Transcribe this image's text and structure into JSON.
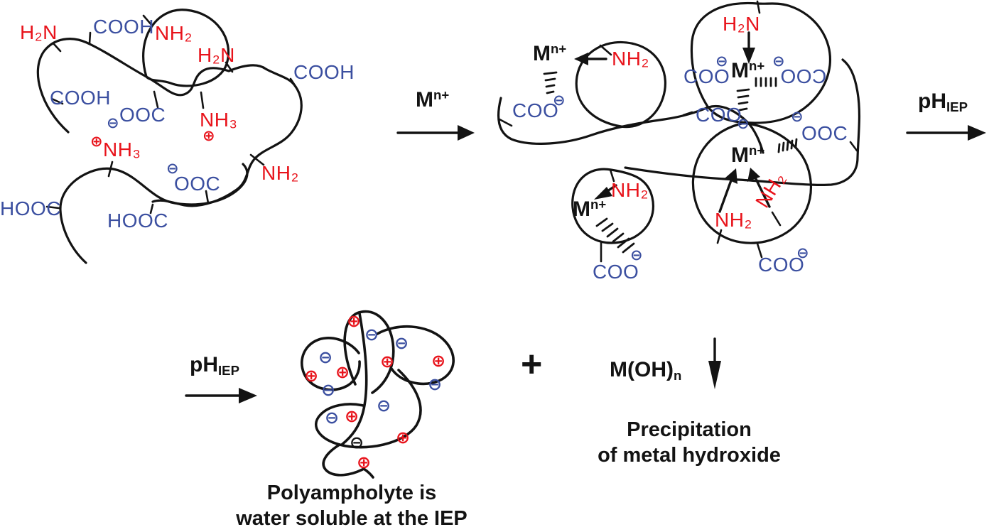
{
  "colors": {
    "red": "#e8131b",
    "blue": "#3b4fa0",
    "black": "#131313"
  },
  "symbols": {
    "plus": "⊕",
    "minus": "⊖"
  },
  "metal_ion": {
    "base": "M",
    "charge": "n+"
  },
  "ph_label": {
    "base": "pH",
    "sub": "IEP"
  },
  "stage1_labels": {
    "h2n_a": "H₂N",
    "cooh_a": "COOH",
    "nh2_loop": "NH₂",
    "h2n_b": "H₂N",
    "cooh_b": "COOH",
    "cooh_c": "COOH",
    "ooc_a": "OOC",
    "nh3_a": "NH₃",
    "nh3_b": "NH₃",
    "ooc_b": "OOC",
    "nh2_b": "NH₂",
    "hooc_a": "HOOC",
    "hooc_b": "HOOC"
  },
  "stage2_labels": {
    "nh2_small_loop": "NH₂",
    "coo_left": "COO",
    "h2n_top": "H₂N",
    "coo_top_left": "COO",
    "coo_top_right_mirrored": "COO",
    "coo_mid": "COO",
    "ooc_right": "OOC",
    "nh2_br_upright": "NH₂",
    "nh2_br_rotated": "NH₂",
    "coo_br": "COO",
    "nh2_bl_loop": "NH₂",
    "coo_bl": "COO"
  },
  "products": {
    "plus_sign": "+",
    "metal_hydroxide_base": "M(OH)",
    "metal_hydroxide_sub": "n",
    "precipitation_line1": "Precipitation",
    "precipitation_line2": "of metal hydroxide"
  },
  "caption": {
    "line1": "Polyampholyte is",
    "line2": "water soluble at the IEP"
  }
}
